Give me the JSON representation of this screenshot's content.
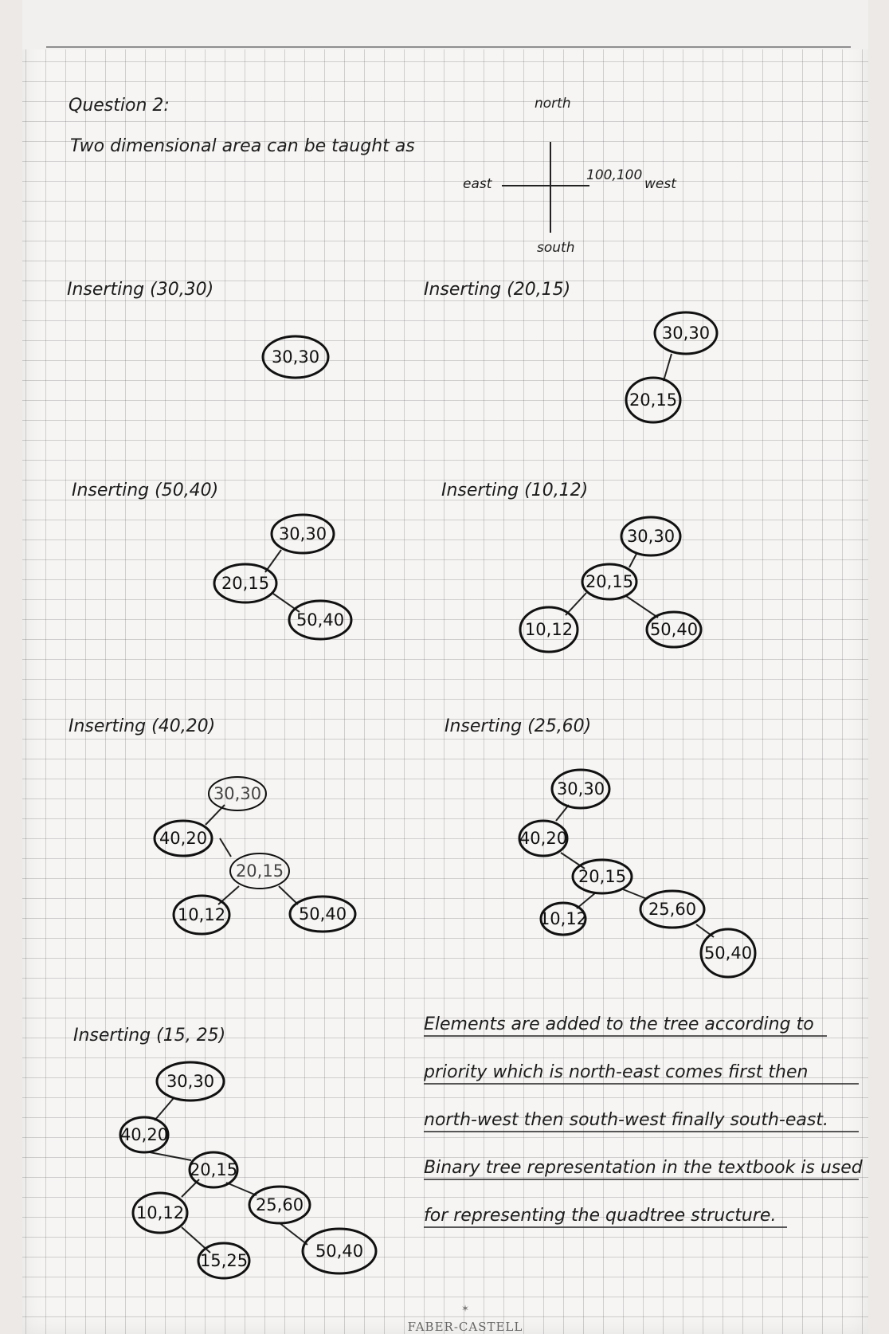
{
  "page": {
    "question_title": "Question 2:",
    "intro_text": "Two dimensional area can be taught as",
    "brand": "FABER-CASTELL"
  },
  "compass": {
    "north_label": "north",
    "east_label": "east",
    "west_label": "west",
    "south_label": "south",
    "origin_label": "100,100"
  },
  "steps": [
    {
      "heading": "Inserting (30,30)",
      "nodes": [
        "30,30"
      ]
    },
    {
      "heading": "Inserting (20,15)",
      "nodes": [
        "30,30",
        "20,15"
      ]
    },
    {
      "heading": "Inserting (50,40)",
      "nodes": [
        "30,30",
        "20,15",
        "50,40"
      ]
    },
    {
      "heading": "Inserting (10,12)",
      "nodes": [
        "30,30",
        "20,15",
        "10,12",
        "50,40"
      ]
    },
    {
      "heading": "Inserting (40,20)",
      "nodes": [
        "30,30",
        "40,20",
        "20,15",
        "10,12",
        "50,40"
      ]
    },
    {
      "heading": "Inserting (25,60)",
      "nodes": [
        "30,30",
        "40,20",
        "20,15",
        "10,12",
        "25,60",
        "50,40"
      ]
    },
    {
      "heading": "Inserting (15, 25)",
      "nodes": [
        "30,30",
        "40,20",
        "20,15",
        "10,12",
        "25,60",
        "15,25",
        "50,40"
      ]
    }
  ],
  "explanation": [
    "Elements are added to the tree according to",
    "priority which is north-east comes first then",
    "north-west then south-west finally south-east.",
    "Binary tree representation in the textbook is used",
    "for representing the quadtree structure."
  ]
}
